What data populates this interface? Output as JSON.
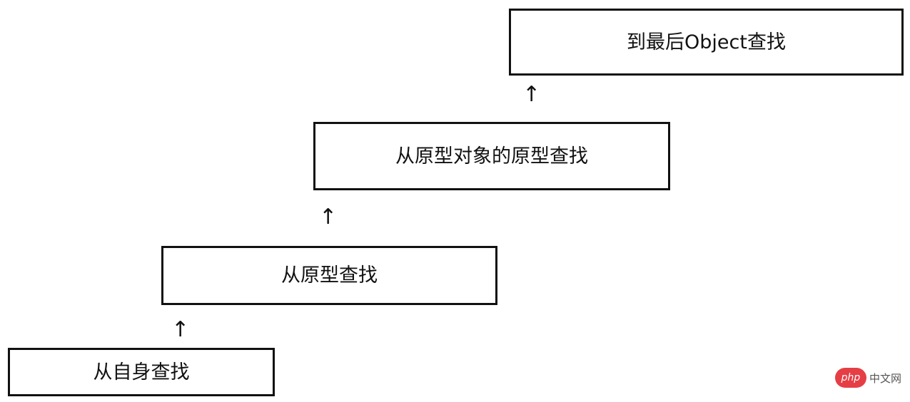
{
  "diagram": {
    "steps": [
      {
        "label": "从自身查找"
      },
      {
        "label": "从原型查找"
      },
      {
        "label": "从原型对象的原型查找"
      },
      {
        "label": "到最后Object查找"
      }
    ],
    "arrow_glyph": "↑"
  },
  "watermark": {
    "logo_text": "php",
    "site_text": "中文网",
    "logo_color": "#e63e45"
  }
}
